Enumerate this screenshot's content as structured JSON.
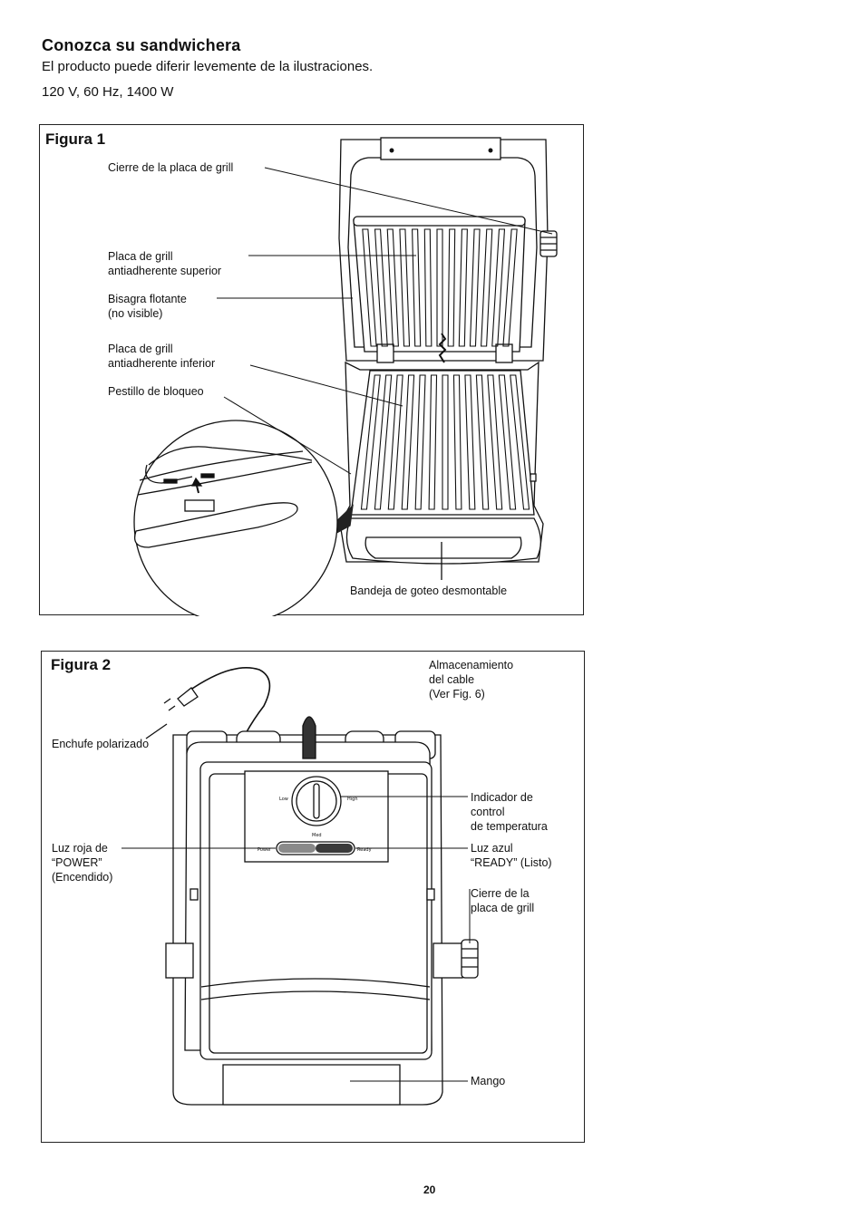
{
  "header": {
    "title": "Conozca su sandwichera",
    "subtitle": "El producto puede diferir levemente de la ilustraciones.",
    "rating": "120 V, 60 Hz, 1400 W"
  },
  "figure1": {
    "title": "Figura 1",
    "labels": {
      "cover_lock": "Cierre de la placa de grill",
      "upper_plate": "Placa de grill\nantiadherente superior",
      "floating_hinge": "Bisagra flotante\n(no visible)",
      "lower_plate": "Placa de grill\nantiadherente inferior",
      "latch": "Pestillo de bloqueo",
      "drip_tray": "Bandeja de goteo desmontable"
    }
  },
  "figure2": {
    "title": "Figura 2",
    "labels": {
      "cord_storage": "Almacenamiento\ndel cable\n(Ver Fig. 6)",
      "plug": "Enchufe polarizado",
      "temp_control": "Indicador de\ncontrol\nde temperatura",
      "power_light": "Luz roja de\n“POWER”\n(Encendido)",
      "ready_light": "Luz azul\n“READY” (Listo)",
      "cover_lock": "Cierre de la\nplaca de grill",
      "handle": "Mango"
    },
    "dial": {
      "low": "Low",
      "high": "High",
      "med": "Med"
    },
    "lights": {
      "power": "Power",
      "ready": "Ready"
    }
  },
  "page_number": "20",
  "colors": {
    "ink": "#111111",
    "dark_panel": "#3a3a3a",
    "gray_panel": "#8a8a8a"
  }
}
